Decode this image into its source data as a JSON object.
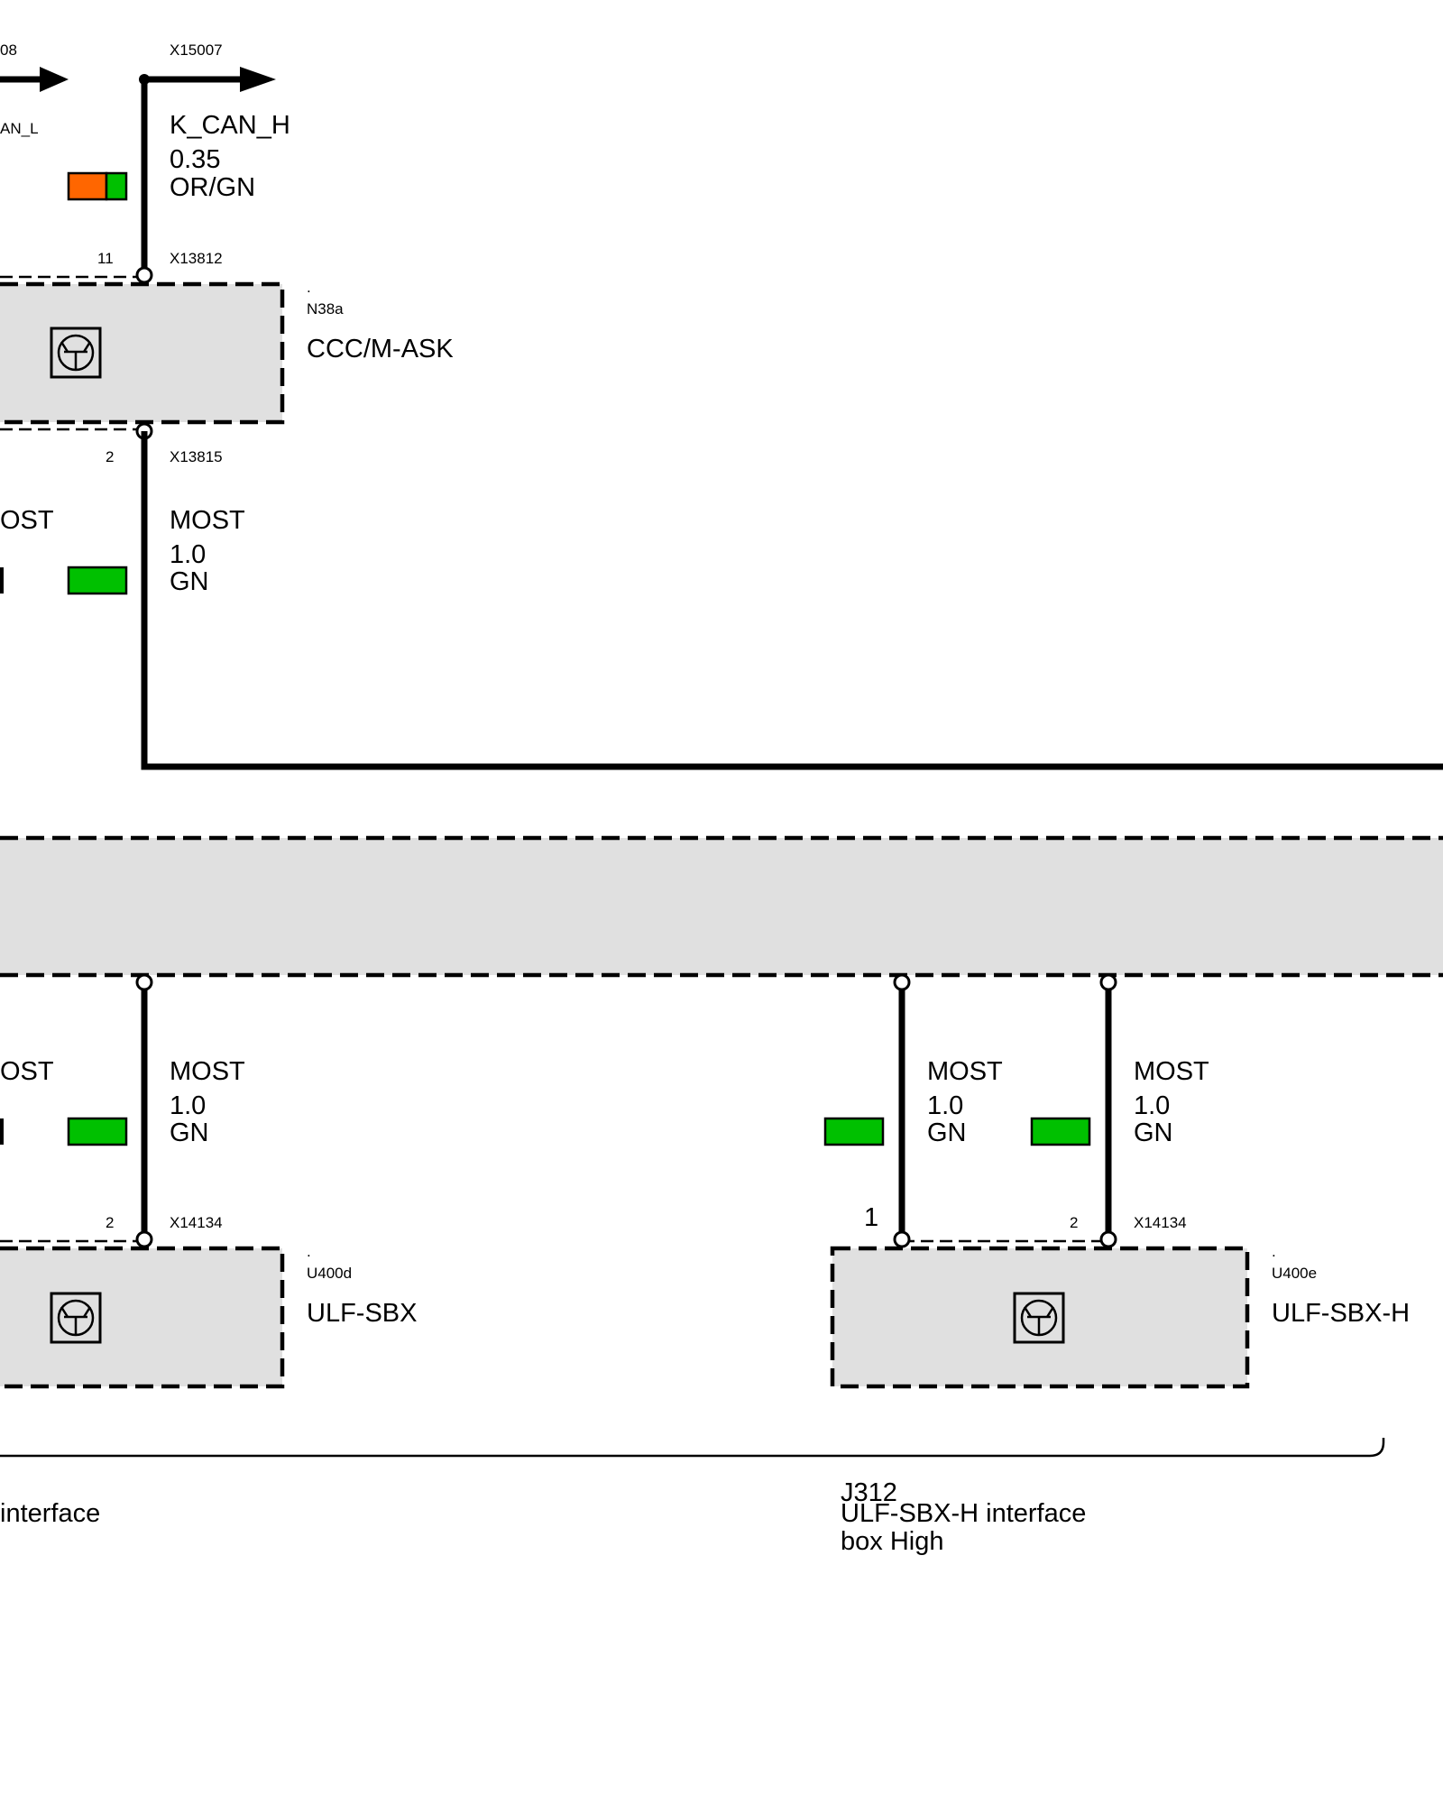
{
  "connectors": {
    "top_left_partial": "08",
    "top_right": "X15007",
    "ccc_pin11": "X13812",
    "ccc_pin2": "X13815",
    "sbx_pin2": "X14134",
    "sbxh_pin2": "X14134"
  },
  "pins": {
    "ccc_top": "11",
    "ccc_bottom": "2",
    "sbx_top": "2",
    "sbxh_pin1": "1",
    "sbxh_pin2": "2"
  },
  "wires": {
    "left_partial_name": "AN_L",
    "kcan": {
      "name": "K_CAN_H",
      "gauge": "0.35",
      "color_code": "OR/GN",
      "colors": [
        "#ff6600",
        "#00c000"
      ]
    },
    "most_ccc_left_partial": "OST",
    "most_ccc": {
      "name": "MOST",
      "gauge": "1.0",
      "color_code": "GN",
      "color": "#00c000"
    },
    "most_sbx_left_partial": "OST",
    "most_sbx": {
      "name": "MOST",
      "gauge": "1.0",
      "color_code": "GN",
      "color": "#00c000"
    },
    "most_sbxh_1": {
      "name": "MOST",
      "gauge": "1.0",
      "color_code": "GN",
      "color": "#00c000"
    },
    "most_sbxh_2": {
      "name": "MOST",
      "gauge": "1.0",
      "color_code": "GN",
      "color": "#00c000"
    }
  },
  "components": {
    "ccc": {
      "dot": ".",
      "id": "N38a",
      "name": "CCC/M-ASK"
    },
    "sbx": {
      "dot": ".",
      "id": "U400d",
      "name": "ULF-SBX"
    },
    "sbxh": {
      "dot": ".",
      "id": "U400e",
      "name": "ULF-SBX-H"
    }
  },
  "groups": {
    "left_partial": "interface",
    "j312": {
      "id": "J312",
      "line1": "ULF-SBX-H interface",
      "line2": "box High"
    }
  },
  "icons": {
    "module": "transistor-icon"
  }
}
